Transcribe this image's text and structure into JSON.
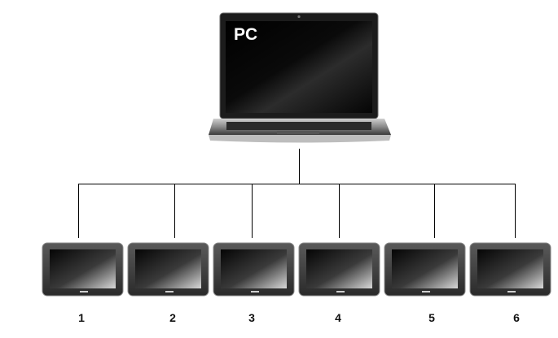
{
  "pc": {
    "label": "PC"
  },
  "panels": [
    {
      "label": "1"
    },
    {
      "label": "2"
    },
    {
      "label": "3"
    },
    {
      "label": "4"
    },
    {
      "label": "5"
    },
    {
      "label": "6"
    }
  ]
}
